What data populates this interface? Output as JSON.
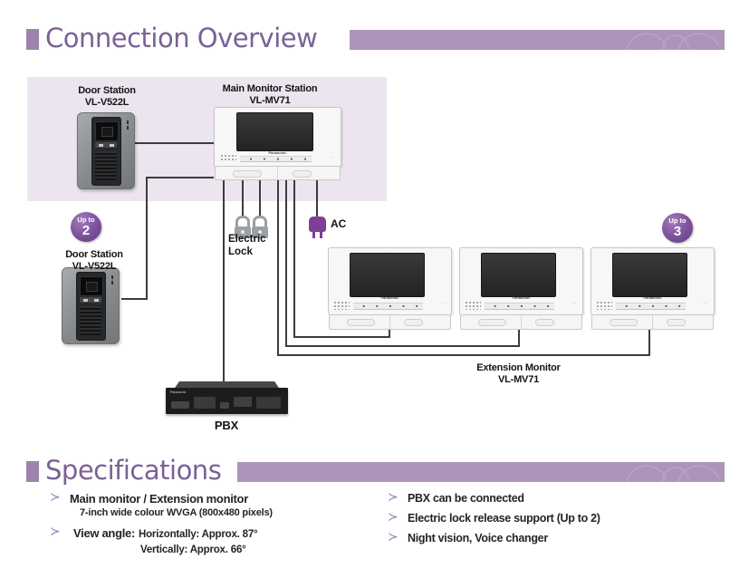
{
  "colors": {
    "accent_purple": "#7b6195",
    "bar_lavender": "#ac95b9",
    "panel_lavender": "#ece5ef",
    "badge_purple": "#8257a0",
    "ac_plug_purple": "#7d3f98",
    "wire_dark": "#3c3c3c"
  },
  "headers": {
    "connection_overview": "Connection Overview",
    "specifications": "Specifications"
  },
  "diagram": {
    "door_station_top": {
      "name": "Door Station",
      "model": "VL-V522L"
    },
    "door_station_bottom": {
      "name": "Door Station",
      "model": "VL-V522L"
    },
    "badge_door": {
      "small": "Up to",
      "number": "2"
    },
    "badge_monitor": {
      "small": "Up to",
      "number": "3"
    },
    "main_monitor": {
      "name": "Main Monitor Station",
      "model": "VL-MV71",
      "brand": "Panasonic"
    },
    "extension_monitor": {
      "name": "Extension Monitor",
      "model": "VL-MV71",
      "brand": "Panasonic"
    },
    "electric_lock": {
      "line1": "Electric",
      "line2": "Lock"
    },
    "ac_label": "AC",
    "pbx": {
      "label": "PBX",
      "brand": "Panasonic"
    }
  },
  "specs": {
    "bullet": "≻",
    "left": [
      {
        "main": "Main monitor / Extension monitor",
        "sub": "7-inch wide colour WVGA (800x480 pixels)"
      },
      {
        "main": "View angle:",
        "inline": "Horizontally: Approx. 87°",
        "sub": "Vertically: Approx. 66°"
      }
    ],
    "right": [
      "PBX can be connected",
      "Electric lock release support (Up to 2)",
      "Night vision, Voice changer"
    ]
  }
}
